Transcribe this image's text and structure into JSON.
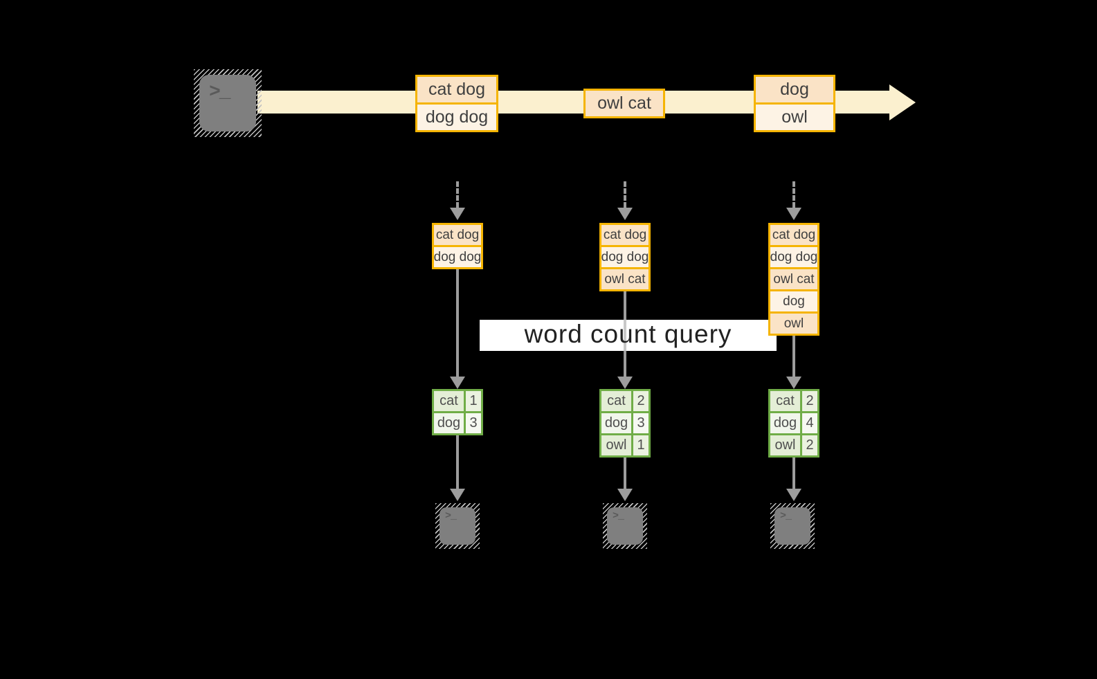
{
  "diagram": {
    "title": "word count query",
    "terminal_glyph": ">_",
    "stream": {
      "records": [
        {
          "rows": [
            "cat dog",
            "dog dog"
          ]
        },
        {
          "rows": [
            "owl cat"
          ]
        },
        {
          "rows": [
            "dog",
            "owl"
          ]
        }
      ]
    },
    "buffers": [
      {
        "rows": [
          "cat dog",
          "dog dog"
        ]
      },
      {
        "rows": [
          "cat dog",
          "dog dog",
          "owl cat"
        ]
      },
      {
        "rows": [
          "cat dog",
          "dog dog",
          "owl cat",
          "dog",
          "owl"
        ]
      }
    ],
    "counts": [
      [
        {
          "word": "cat",
          "count": "1"
        },
        {
          "word": "dog",
          "count": "3"
        }
      ],
      [
        {
          "word": "cat",
          "count": "2"
        },
        {
          "word": "dog",
          "count": "3"
        },
        {
          "word": "owl",
          "count": "1"
        }
      ],
      [
        {
          "word": "cat",
          "count": "2"
        },
        {
          "word": "dog",
          "count": "4"
        },
        {
          "word": "owl",
          "count": "2"
        }
      ]
    ],
    "colors": {
      "background": "#000000",
      "stream_band": "#FBF0CF",
      "record_border": "#F5B400",
      "record_fill_dark": "#FAE3C6",
      "record_fill_light": "#FDF3E5",
      "table_border": "#70AD47",
      "table_fill_dark": "#E4EED6",
      "table_fill_light": "#F1F6EC",
      "arrow_gray": "#9D9D9D",
      "terminal_gray": "#7F7F7F",
      "query_label_bg": "#FFFFFF"
    }
  }
}
